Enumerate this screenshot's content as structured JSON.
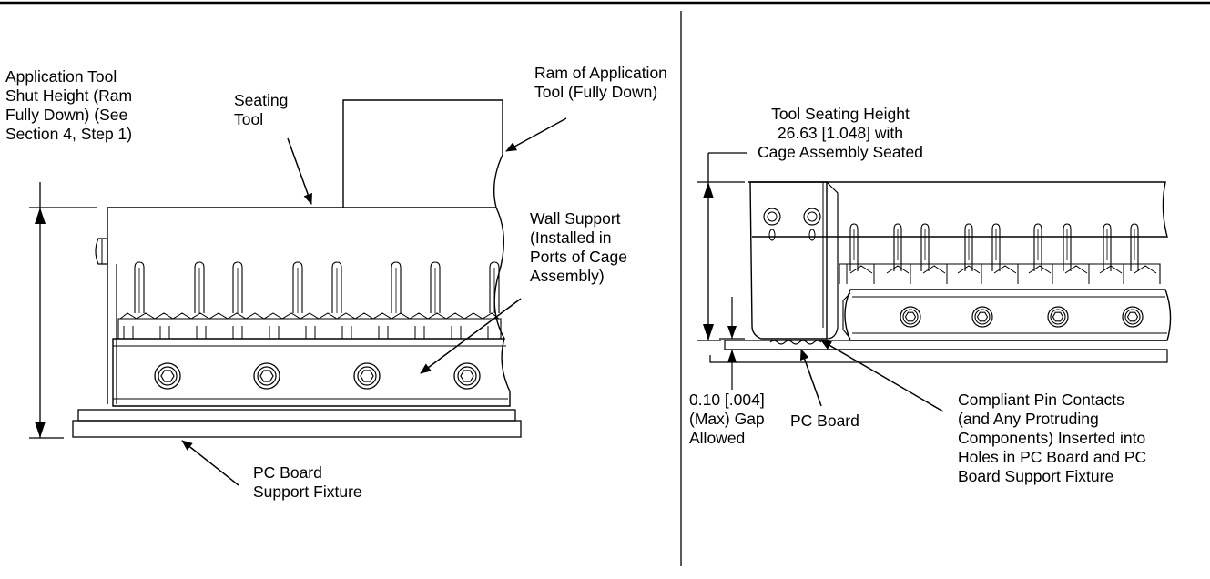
{
  "left_view": {
    "shut_height_label": "Application Tool\nShut Height (Ram\nFully Down) (See\nSection 4, Step 1)",
    "seating_tool_label": "Seating\nTool",
    "ram_label": "Ram of Application\nTool (Fully Down)",
    "wall_support_label": "Wall Support\n(Installed in\nPorts of Cage\nAssembly)",
    "support_fixture_label": "PC Board\nSupport Fixture"
  },
  "right_view": {
    "seating_height_label": "Tool Seating Height\n26.63 [1.048] with\nCage Assembly Seated",
    "gap_label": "0.10 [.004]\n(Max) Gap\nAllowed",
    "pc_board_label": "PC Board",
    "compliant_pins_label": "Compliant Pin Contacts\n(and Any Protruding\nComponents) Inserted into\nHoles in PC Board and PC\nBoard Support Fixture"
  }
}
